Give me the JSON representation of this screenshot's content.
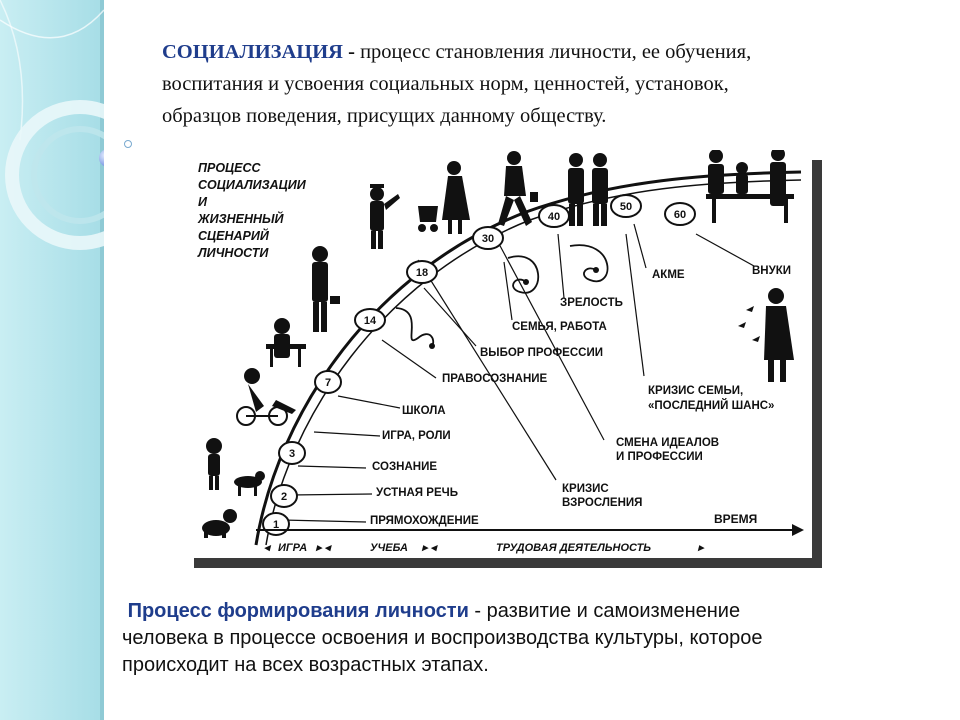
{
  "definition": {
    "term": "СОЦИАЛИЗАЦИЯ",
    "dash": " - ",
    "line1_rest": "процесс становления личности, ее обучения,",
    "line2": "воспитания и усвоения социальных норм, ценностей, установок,",
    "line3": "образцов поведения, присущих данному обществу."
  },
  "diagram": {
    "heading": [
      "ПРОЦЕСС",
      "СОЦИАЛИЗАЦИИ",
      "И",
      "ЖИЗНЕННЫЙ",
      "СЦЕНАРИЙ",
      "ЛИЧНОСТИ"
    ],
    "ages": [
      "1",
      "2",
      "3",
      "7",
      "14",
      "18",
      "30",
      "40",
      "50",
      "60"
    ],
    "stages": [
      "ПРЯМОХОЖДЕНИЕ",
      "УСТНАЯ РЕЧЬ",
      "СОЗНАНИЕ",
      "ИГРА, РОЛИ",
      "ШКОЛА",
      "ПРАВОСОЗНАНИЕ",
      "ВЫБОР ПРОФЕССИИ",
      "СЕМЬЯ, РАБОТА",
      "ЗРЕЛОСТЬ",
      "АКМЕ",
      "ВНУКИ"
    ],
    "crises": [
      [
        "КРИЗИС",
        "ВЗРОСЛЕНИЯ"
      ],
      [
        "СМЕНА ИДЕАЛОВ",
        "И ПРОФЕССИИ"
      ],
      [
        "КРИЗИС СЕМЬИ,",
        "«ПОСЛЕДНИЙ ШАНС»"
      ]
    ],
    "time_label": "ВРЕМЯ",
    "periods": [
      "ИГРА",
      "УЧЕБА",
      "ТРУДОВАЯ ДЕЯТЕЛЬНОСТЬ"
    ]
  },
  "process": {
    "term": "Процесс формирования личности",
    "dash": " - ",
    "line1_rest": "развитие и самоизменение",
    "line2": "человека в процессе освоения и воспроизводства культуры, которое",
    "line3": "происходит на всех возрастных этапах."
  }
}
